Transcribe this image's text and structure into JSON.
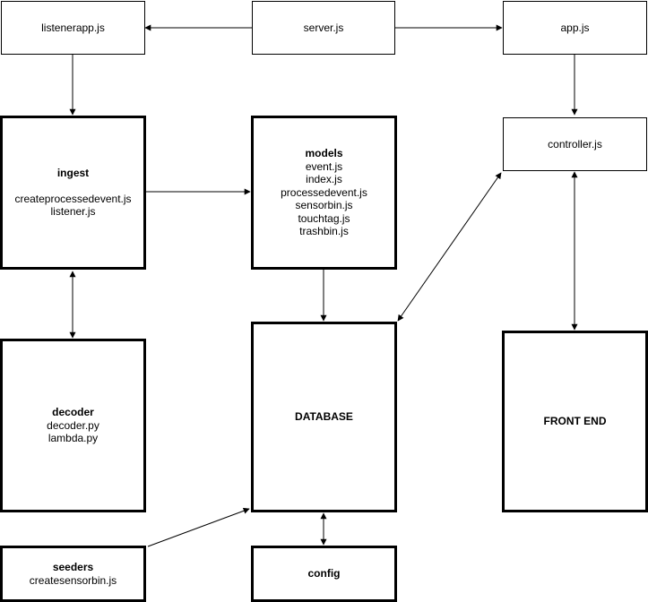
{
  "nodes": {
    "listenerapp": {
      "label": "listenerapp.js"
    },
    "server": {
      "label": "server.js"
    },
    "app": {
      "label": "app.js"
    },
    "controller": {
      "label": "controller.js"
    },
    "ingest": {
      "title": "ingest",
      "files": [
        "createprocessedevent.js",
        "listener.js"
      ]
    },
    "models": {
      "title": "models",
      "files": [
        "event.js",
        "index.js",
        "processedevent.js",
        "sensorbin.js",
        "touchtag.js",
        "trashbin.js"
      ]
    },
    "database": {
      "title": "DATABASE"
    },
    "frontend": {
      "title": "FRONT END"
    },
    "decoder": {
      "title": "decoder",
      "files": [
        "decoder.py",
        "lambda.py"
      ]
    },
    "seeders": {
      "title": "seeders",
      "files": [
        "createsensorbin.js"
      ]
    },
    "config": {
      "title": "config"
    }
  }
}
